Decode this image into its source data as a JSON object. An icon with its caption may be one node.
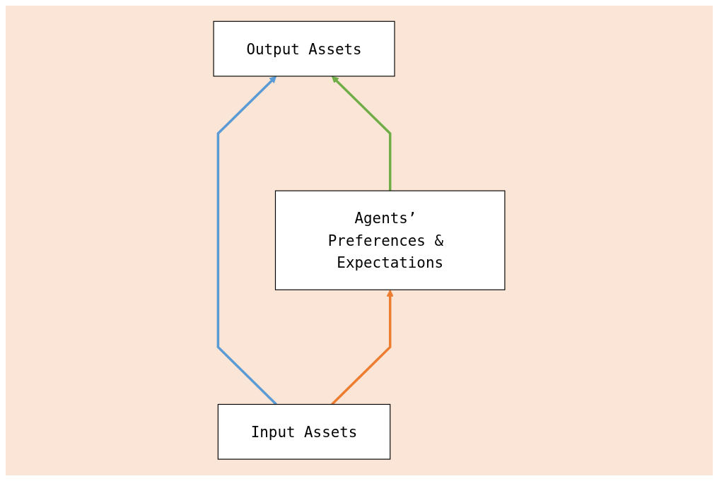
{
  "diagram": {
    "nodes": [
      {
        "text": [
          "Output Assets"
        ]
      },
      {
        "text": [
          "Agents’ Preferences & Expectations"
        ]
      },
      {
        "text": [
          "Input Assets"
        ]
      }
    ],
    "edges": [
      {
        "from": 2,
        "to": 0,
        "arrow": "to",
        "color": "#5b9bd5"
      },
      {
        "from": 2,
        "to": 1,
        "arrow": "to",
        "color": "#ed7d31"
      },
      {
        "from": 1,
        "to": 0,
        "arrow": "to",
        "color": "#70ad47"
      }
    ]
  }
}
